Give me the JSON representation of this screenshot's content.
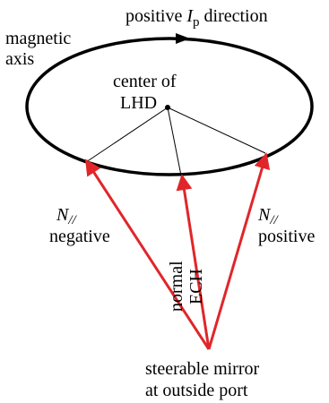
{
  "labels": {
    "ip_direction_prefix": "positive ",
    "ip_symbol": "I",
    "ip_subscript": "p",
    "ip_direction_suffix": " direction",
    "magnetic_axis_line1": "magnetic",
    "magnetic_axis_line2": "axis",
    "center_line1": "center of",
    "center_line2": "LHD",
    "n_symbol": "N",
    "n_subscript": "//",
    "negative": "negative",
    "positive": "positive",
    "normal_line1": "normal",
    "normal_line2": "ECH",
    "mirror_line1": "steerable mirror",
    "mirror_line2": "at outside port"
  },
  "colors": {
    "ray": "#e0262a",
    "outline": "#000000"
  }
}
